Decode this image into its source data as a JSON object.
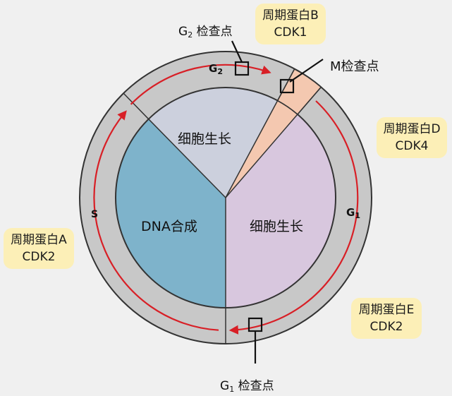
{
  "sectors": {
    "dna_synthesis": "DNA合成",
    "growth_upper": "细胞生长",
    "growth_right": "细胞生长"
  },
  "phases": {
    "g2": {
      "letter": "G",
      "sub": "2"
    },
    "g1": {
      "letter": "G",
      "sub": "1"
    },
    "s": "S"
  },
  "checkpoints": {
    "g2": {
      "letter": "G",
      "sub": "2",
      "text": "检查点"
    },
    "m": "M检查点",
    "g1": {
      "letter": "G",
      "sub": "1",
      "text": "检查点"
    }
  },
  "cyclins": {
    "b": {
      "line1": "周期蛋白B",
      "line2": "CDK1"
    },
    "d": {
      "line1": "周期蛋白D",
      "line2": "CDK4"
    },
    "a": {
      "line1": "周期蛋白A",
      "line2": "CDK2"
    },
    "e": {
      "line1": "周期蛋白E",
      "line2": "CDK2"
    }
  },
  "colors": {
    "background": "#f0f0f0",
    "outer_ring": "#c8c8c8",
    "dna_sector": "#7eb3cb",
    "growth_upper": "#ccd0dd",
    "growth_right": "#d8c7de",
    "m_wedge": "#f4c8b0",
    "arrow": "#d81f26",
    "tag": "#fcefb7"
  }
}
